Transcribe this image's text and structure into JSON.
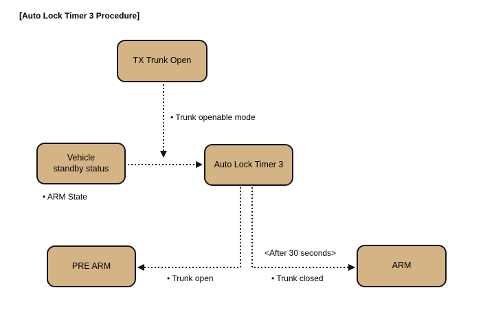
{
  "diagram": {
    "title": "[Auto Lock Timer 3 Procedure]",
    "type": "flowchart",
    "colors": {
      "node_fill": "#d4b385",
      "node_border": "#141414",
      "arrow": "#111111",
      "background": "#ffffff"
    },
    "nodes": {
      "tx_trunk_open": {
        "label": "TX Trunk Open"
      },
      "vehicle_standby": {
        "label": "Vehicle\nstandby status"
      },
      "auto_lock_timer_3": {
        "label": "Auto Lock Timer 3"
      },
      "pre_arm": {
        "label": "PRE ARM"
      },
      "arm": {
        "label": "ARM"
      }
    },
    "edge_labels": {
      "trunk_openable_mode": "• Trunk openable mode",
      "arm_state": "• ARM State",
      "trunk_open": "• Trunk open",
      "after_30_seconds": "<After 30 seconds>",
      "trunk_closed": "• Trunk closed"
    },
    "edges": [
      {
        "from": "tx_trunk_open",
        "to": "auto_lock_timer_3_junction",
        "style": "dotted",
        "label": "• Trunk openable mode"
      },
      {
        "from": "vehicle_standby",
        "to": "auto_lock_timer_3",
        "style": "dotted",
        "label": "• ARM State"
      },
      {
        "from": "auto_lock_timer_3",
        "to": "pre_arm",
        "style": "dotted",
        "label": "• Trunk open"
      },
      {
        "from": "auto_lock_timer_3",
        "to": "arm",
        "style": "dotted",
        "label": "<After 30 seconds> / • Trunk closed"
      }
    ]
  }
}
